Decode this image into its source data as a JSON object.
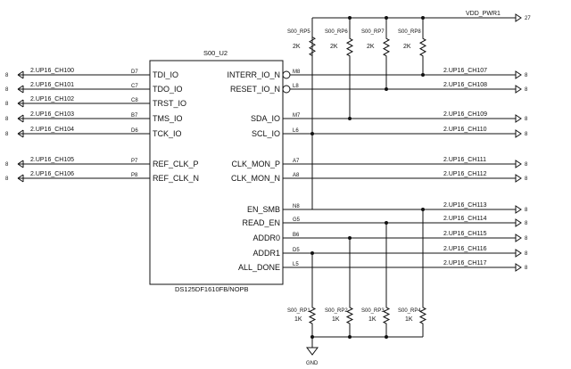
{
  "component": {
    "refdes": "S00_U2",
    "part_number": "DS125DF1610FB/NOPB"
  },
  "left_pins": [
    {
      "name": "TDI_IO",
      "num": "D7",
      "net": "2.UP16_CH100",
      "page": "8"
    },
    {
      "name": "TDO_IO",
      "num": "C7",
      "net": "2.UP16_CH101",
      "page": "8"
    },
    {
      "name": "TRST_IO",
      "num": "C8",
      "net": "2.UP16_CH102",
      "page": "8"
    },
    {
      "name": "TMS_IO",
      "num": "B7",
      "net": "2.UP16_CH103",
      "page": "8"
    },
    {
      "name": "TCK_IO",
      "num": "D6",
      "net": "2.UP16_CH104",
      "page": "8"
    },
    {
      "name": "REF_CLK_P",
      "num": "P7",
      "net": "2.UP16_CH105",
      "page": "8"
    },
    {
      "name": "REF_CLK_N",
      "num": "P8",
      "net": "2.UP16_CH106",
      "page": "8"
    }
  ],
  "right_pins": [
    {
      "name": "INTERR_IO_N",
      "num": "M8",
      "net": "2.UP16_CH107",
      "page": "8"
    },
    {
      "name": "RESET_IO_N",
      "num": "L8",
      "net": "2.UP16_CH108",
      "page": "8"
    },
    {
      "name": "SDA_IO",
      "num": "M7",
      "net": "2.UP16_CH109",
      "page": "8"
    },
    {
      "name": "SCL_IO",
      "num": "L6",
      "net": "2.UP16_CH110",
      "page": "8"
    },
    {
      "name": "CLK_MON_P",
      "num": "A7",
      "net": "2.UP16_CH111",
      "page": "8"
    },
    {
      "name": "CLK_MON_N",
      "num": "A8",
      "net": "2.UP16_CH112",
      "page": "8"
    },
    {
      "name": "EN_SMB",
      "num": "N8",
      "net": "2.UP16_CH113",
      "page": "8"
    },
    {
      "name": "READ_EN",
      "num": "G5",
      "net": "2.UP16_CH114",
      "page": "8"
    },
    {
      "name": "ADDR0",
      "num": "B6",
      "net": "2.UP16_CH115",
      "page": "8"
    },
    {
      "name": "ADDR1",
      "num": "D5",
      "net": "2.UP16_CH116",
      "page": "8"
    },
    {
      "name": "ALL_DONE",
      "num": "L5",
      "net": "2.UP16_CH117",
      "page": "8"
    }
  ],
  "pullups": [
    {
      "refdes": "S00_RP5",
      "value": "2K"
    },
    {
      "refdes": "S00_RP6",
      "value": "2K"
    },
    {
      "refdes": "S00_RP7",
      "value": "2K"
    },
    {
      "refdes": "S00_RP8",
      "value": "2K"
    }
  ],
  "pulldowns": [
    {
      "refdes": "S00_RP1",
      "value": "1K"
    },
    {
      "refdes": "S00_RP2",
      "value": "1K"
    },
    {
      "refdes": "S00_RP3",
      "value": "1K"
    },
    {
      "refdes": "S00_RP4",
      "value": "1K"
    }
  ],
  "power": {
    "net": "VDD_PWR1",
    "page": "27"
  },
  "ground": {
    "label": "GND"
  }
}
